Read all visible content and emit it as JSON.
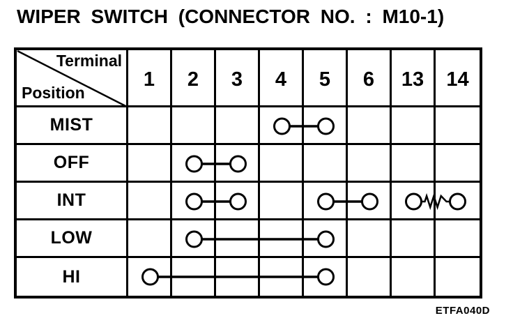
{
  "title": "WIPER SWITCH (CONNECTOR NO. : M10-1)",
  "figure_code": "ETFA040D",
  "colors": {
    "ink": "#000000",
    "paper": "#ffffff"
  },
  "table": {
    "corner": {
      "top_label": "Terminal",
      "bottom_label": "Position"
    },
    "terminals": [
      "1",
      "2",
      "3",
      "4",
      "5",
      "6",
      "13",
      "14"
    ],
    "rows": [
      {
        "position": "MIST",
        "connections": [
          {
            "from": "4",
            "to": "5",
            "type": "plain"
          }
        ]
      },
      {
        "position": "OFF",
        "connections": [
          {
            "from": "2",
            "to": "3",
            "type": "plain"
          }
        ]
      },
      {
        "position": "INT",
        "connections": [
          {
            "from": "2",
            "to": "3",
            "type": "plain"
          },
          {
            "from": "5",
            "to": "6",
            "type": "plain"
          },
          {
            "from": "13",
            "to": "14",
            "type": "resistor"
          }
        ]
      },
      {
        "position": "LOW",
        "connections": [
          {
            "from": "2",
            "to": "5",
            "type": "plain"
          }
        ]
      },
      {
        "position": "HI",
        "connections": [
          {
            "from": "1",
            "to": "5",
            "type": "plain"
          }
        ]
      }
    ]
  }
}
